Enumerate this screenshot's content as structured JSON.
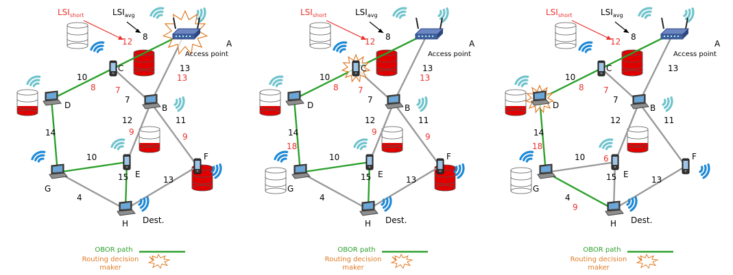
{
  "colors": {
    "obor_path": "#2ca02c",
    "link": "#999999",
    "short_term": "#e8312d",
    "decision_maker": "#e07b25",
    "wifi_blue": "#1e88d6",
    "wifi_teal": "#6fc3cc",
    "storage_red": "#e00000"
  },
  "labels": {
    "lsi_short_main": "LSI",
    "lsi_short_sub": "short",
    "lsi_avg_main": "LSI",
    "lsi_avg_sub": "avg",
    "access_point": "Access point",
    "destination": "Dest.",
    "legend_path": "OBOR path",
    "legend_maker_line1": "Routing decision",
    "legend_maker_line2": "maker"
  },
  "nodes": [
    "A",
    "B",
    "C",
    "D",
    "E",
    "F",
    "G",
    "H"
  ],
  "panels": [
    {
      "decision_maker": "A",
      "obor_path": [
        [
          "A",
          "C"
        ],
        [
          "C",
          "D"
        ],
        [
          "D",
          "G"
        ],
        [
          "G",
          "E"
        ],
        [
          "E",
          "H"
        ]
      ],
      "avg_weights": {
        "AC": "8",
        "CD": "10",
        "AB": "13",
        "CB": "7",
        "DG": "14",
        "GE": "10",
        "BE": "12",
        "BF": "11",
        "EH": "15",
        "GH": "4",
        "FH": "13"
      },
      "short_weights": {
        "AC": "12",
        "CD": "8",
        "AB": "13",
        "CB": "7",
        "BE": "9",
        "BF": "9"
      },
      "full_storage": [
        "C",
        "F"
      ],
      "part_storage": [
        "D",
        "E"
      ],
      "empty_storage": [
        "A"
      ]
    },
    {
      "decision_maker": "C",
      "obor_path": [
        [
          "A",
          "C"
        ],
        [
          "C",
          "D"
        ],
        [
          "D",
          "G"
        ],
        [
          "G",
          "E"
        ],
        [
          "E",
          "H"
        ]
      ],
      "avg_weights": {
        "AC": "8",
        "CD": "10",
        "AB": "13",
        "CB": "7",
        "DG": "14",
        "GE": "10",
        "BE": "12",
        "BF": "11",
        "EH": "15",
        "GH": "4",
        "FH": "13"
      },
      "short_weights": {
        "AC": "12",
        "CD": "8",
        "AB": "13",
        "CB": "7",
        "DG": "18",
        "BE": "9",
        "BF": "9"
      },
      "full_storage": [
        "C",
        "F"
      ],
      "part_storage": [
        "D",
        "E"
      ],
      "empty_storage": [
        "A",
        "G"
      ]
    },
    {
      "decision_maker": "D",
      "obor_path": [
        [
          "A",
          "C"
        ],
        [
          "C",
          "D"
        ],
        [
          "D",
          "G"
        ],
        [
          "G",
          "H"
        ]
      ],
      "avg_weights": {
        "AC": "8",
        "CD": "10",
        "AB": "13",
        "CB": "7",
        "DG": "14",
        "GE": "10",
        "BE": "12",
        "BF": "11",
        "EH": "15",
        "GH": "4",
        "FH": "13"
      },
      "short_weights": {
        "AC": "12",
        "CD": "8",
        "CB": "7",
        "DG": "18",
        "GE": "6",
        "GH": "9"
      },
      "full_storage": [
        "C"
      ],
      "part_storage": [
        "D",
        "E"
      ],
      "empty_storage": [
        "A",
        "G"
      ]
    }
  ]
}
